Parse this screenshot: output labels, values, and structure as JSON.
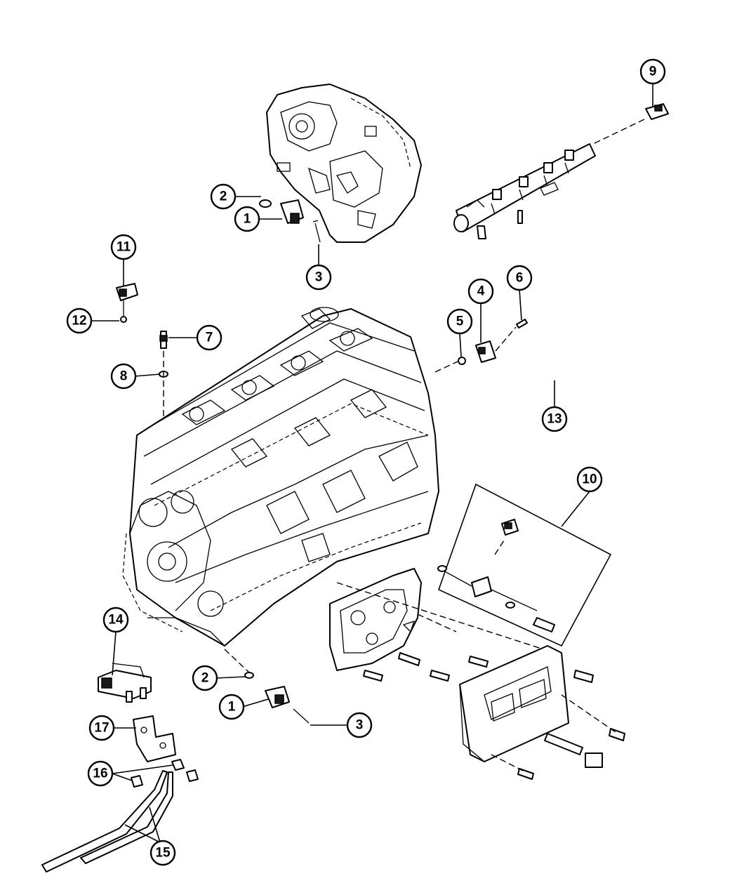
{
  "callouts": [
    {
      "id": "c1a",
      "label": "1"
    },
    {
      "id": "c2a",
      "label": "2"
    },
    {
      "id": "c3a",
      "label": "3"
    },
    {
      "id": "c4",
      "label": "4"
    },
    {
      "id": "c5",
      "label": "5"
    },
    {
      "id": "c6",
      "label": "6"
    },
    {
      "id": "c7",
      "label": "7"
    },
    {
      "id": "c8",
      "label": "8"
    },
    {
      "id": "c9",
      "label": "9"
    },
    {
      "id": "c10",
      "label": "10"
    },
    {
      "id": "c11",
      "label": "11"
    },
    {
      "id": "c12",
      "label": "12"
    },
    {
      "id": "c13",
      "label": "13"
    },
    {
      "id": "c14",
      "label": "14"
    },
    {
      "id": "c1b",
      "label": "1"
    },
    {
      "id": "c2b",
      "label": "2"
    },
    {
      "id": "c3b",
      "label": "3"
    },
    {
      "id": "c15",
      "label": "15"
    },
    {
      "id": "c16",
      "label": "16"
    },
    {
      "id": "c17",
      "label": "17"
    }
  ]
}
